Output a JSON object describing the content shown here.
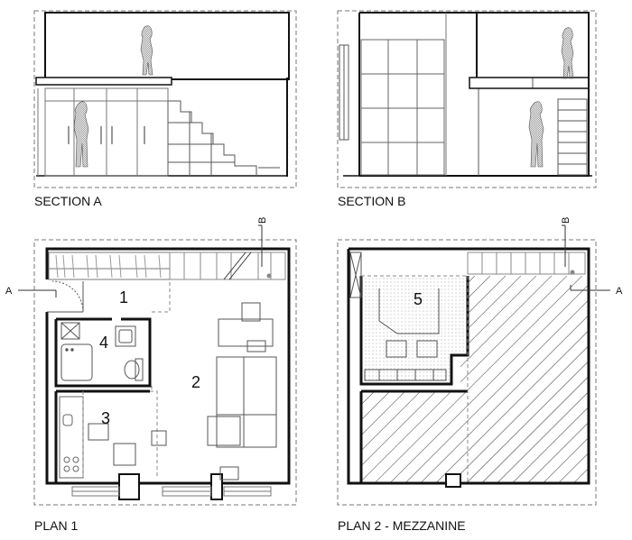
{
  "captions": {
    "section_a": "SECTION A",
    "section_b": "SECTION B",
    "plan_1": "PLAN 1",
    "plan_2": "PLAN 2 - MEZZANINE"
  },
  "plan_1_rooms": {
    "r1": "1",
    "r2": "2",
    "r3": "3",
    "r4": "4"
  },
  "plan_2_rooms": {
    "r5": "5"
  },
  "section_markers": {
    "a": "A",
    "b": "B"
  }
}
